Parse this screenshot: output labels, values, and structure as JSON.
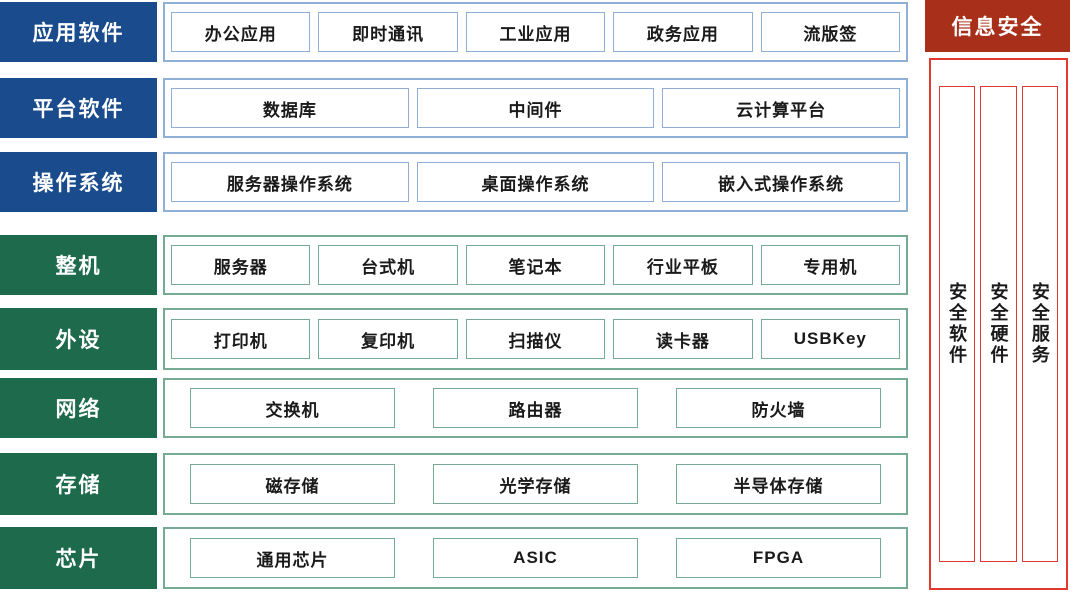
{
  "colors": {
    "software_label_bg": "#1a4b8c",
    "software_border": "#8fafd6",
    "hardware_label_bg": "#1d6a4d",
    "hardware_border": "#74ab92",
    "security_header_bg": "#a8301a",
    "security_border": "#e03a30",
    "page_bg": "#ffffff",
    "text": "#1a1a1a"
  },
  "layers": [
    {
      "label": "应用软件",
      "group": "software",
      "distribution": "fill",
      "items": [
        "办公应用",
        "即时通讯",
        "工业应用",
        "政务应用",
        "流版签"
      ]
    },
    {
      "label": "平台软件",
      "group": "software",
      "distribution": "fill",
      "items": [
        "数据库",
        "中间件",
        "云计算平台"
      ]
    },
    {
      "label": "操作系统",
      "group": "software",
      "distribution": "fill",
      "items": [
        "服务器操作系统",
        "桌面操作系统",
        "嵌入式操作系统"
      ]
    },
    {
      "label": "整机",
      "group": "hardware",
      "distribution": "fill",
      "items": [
        "服务器",
        "台式机",
        "笔记本",
        "行业平板",
        "专用机"
      ]
    },
    {
      "label": "外设",
      "group": "hardware",
      "distribution": "fill",
      "items": [
        "打印机",
        "复印机",
        "扫描仪",
        "读卡器",
        "USBKey"
      ]
    },
    {
      "label": "网络",
      "group": "hardware",
      "distribution": "spread",
      "items": [
        "交换机",
        "路由器",
        "防火墙"
      ]
    },
    {
      "label": "存储",
      "group": "hardware",
      "distribution": "spread",
      "items": [
        "磁存储",
        "光学存储",
        "半导体存储"
      ]
    },
    {
      "label": "芯片",
      "group": "hardware",
      "distribution": "spread",
      "items": [
        "通用芯片",
        "ASIC",
        "FPGA"
      ]
    }
  ],
  "security": {
    "header": "信息安全",
    "columns": [
      "安全软件",
      "安全硬件",
      "安全服务"
    ]
  }
}
